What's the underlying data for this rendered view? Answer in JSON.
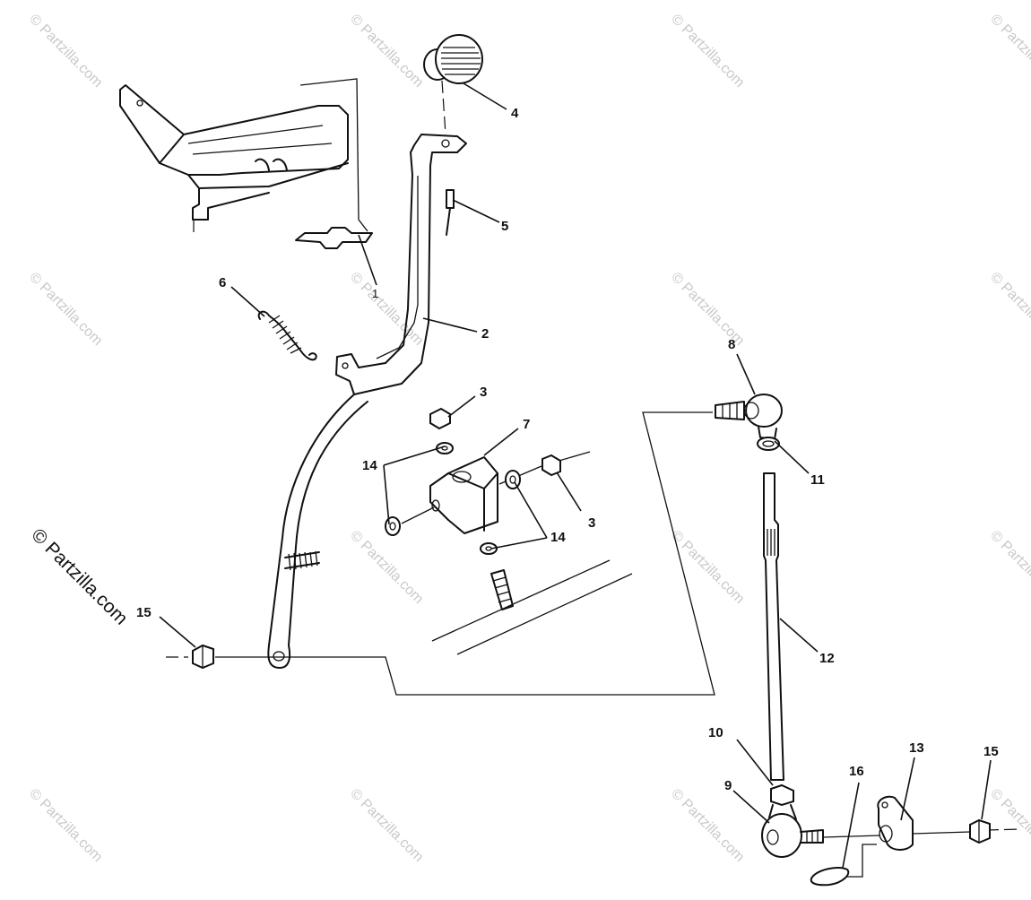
{
  "watermark": {
    "text": "© Partzilla.com",
    "prominent": "© Partzilla.com"
  },
  "callouts": {
    "c1": "1",
    "c2": "2",
    "c3a": "3",
    "c3b": "3",
    "c4": "4",
    "c5": "5",
    "c6": "6",
    "c7": "7",
    "c8": "8",
    "c9": "9",
    "c10": "10",
    "c11": "11",
    "c12": "12",
    "c13": "13",
    "c14a": "14",
    "c14b": "14",
    "c15a": "15",
    "c15b": "15",
    "c16": "16"
  }
}
